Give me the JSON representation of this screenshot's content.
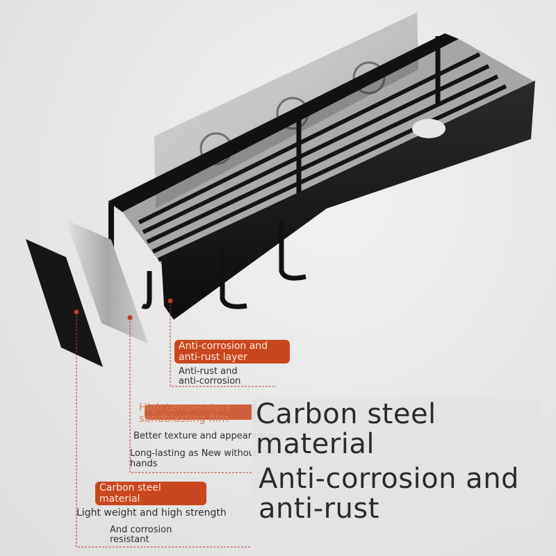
{
  "callouts": {
    "coating": {
      "title": "Anti-corrosion and anti-rust layer",
      "notes": [
        "Anti-rust and",
        "anti-corrosion"
      ]
    },
    "film": {
      "title": "High temperature sandblasting film",
      "notes": [
        "Better texture and appearance",
        "Long-lasting as New without cutting",
        "hands"
      ]
    },
    "steel": {
      "title": "Carbon steel material",
      "notes": [
        "Light weight and high strength",
        "And corrosion",
        "resistant"
      ]
    }
  },
  "headline": {
    "line1": "Carbon steel",
    "line2": "material",
    "line3": "Anti-corrosion and",
    "line4": "anti-rust"
  },
  "colors": {
    "accent": "#c9471f",
    "leader": "#c0392b",
    "product": "#141414"
  }
}
